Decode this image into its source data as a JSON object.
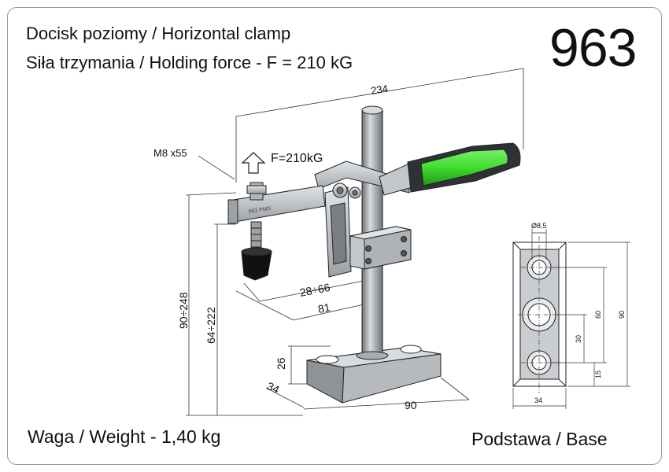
{
  "header": {
    "line1": "Docisk poziomy / Horizontal clamp",
    "line2": "Siła trzymania / Holding force - F = 210 kG",
    "model": "963"
  },
  "footer": {
    "weight": "Waga / Weight - 1,40 kg",
    "base_caption": "Podstawa / Base"
  },
  "clamp": {
    "bolt_label": "M8 x55",
    "force_label": "F=210kG",
    "arm_marking": "963 PMS",
    "dims": {
      "overall_length": "234",
      "reach_range": "28÷66",
      "reach": "81",
      "height_range": "90÷248",
      "spindle_height_range": "64÷222",
      "base_height": "26",
      "base_depth": "34",
      "base_length": "90"
    }
  },
  "base_plate": {
    "dims": {
      "hole_diameter": "Ø8,5",
      "width": "34",
      "length": "90",
      "hole_pitch": "60",
      "center_offset": "30",
      "edge_offset": "15"
    }
  },
  "colors": {
    "handle_green": "#3fdc2f",
    "metal": "#c4c8cc",
    "rubber": "#111111",
    "outline": "#222222"
  }
}
